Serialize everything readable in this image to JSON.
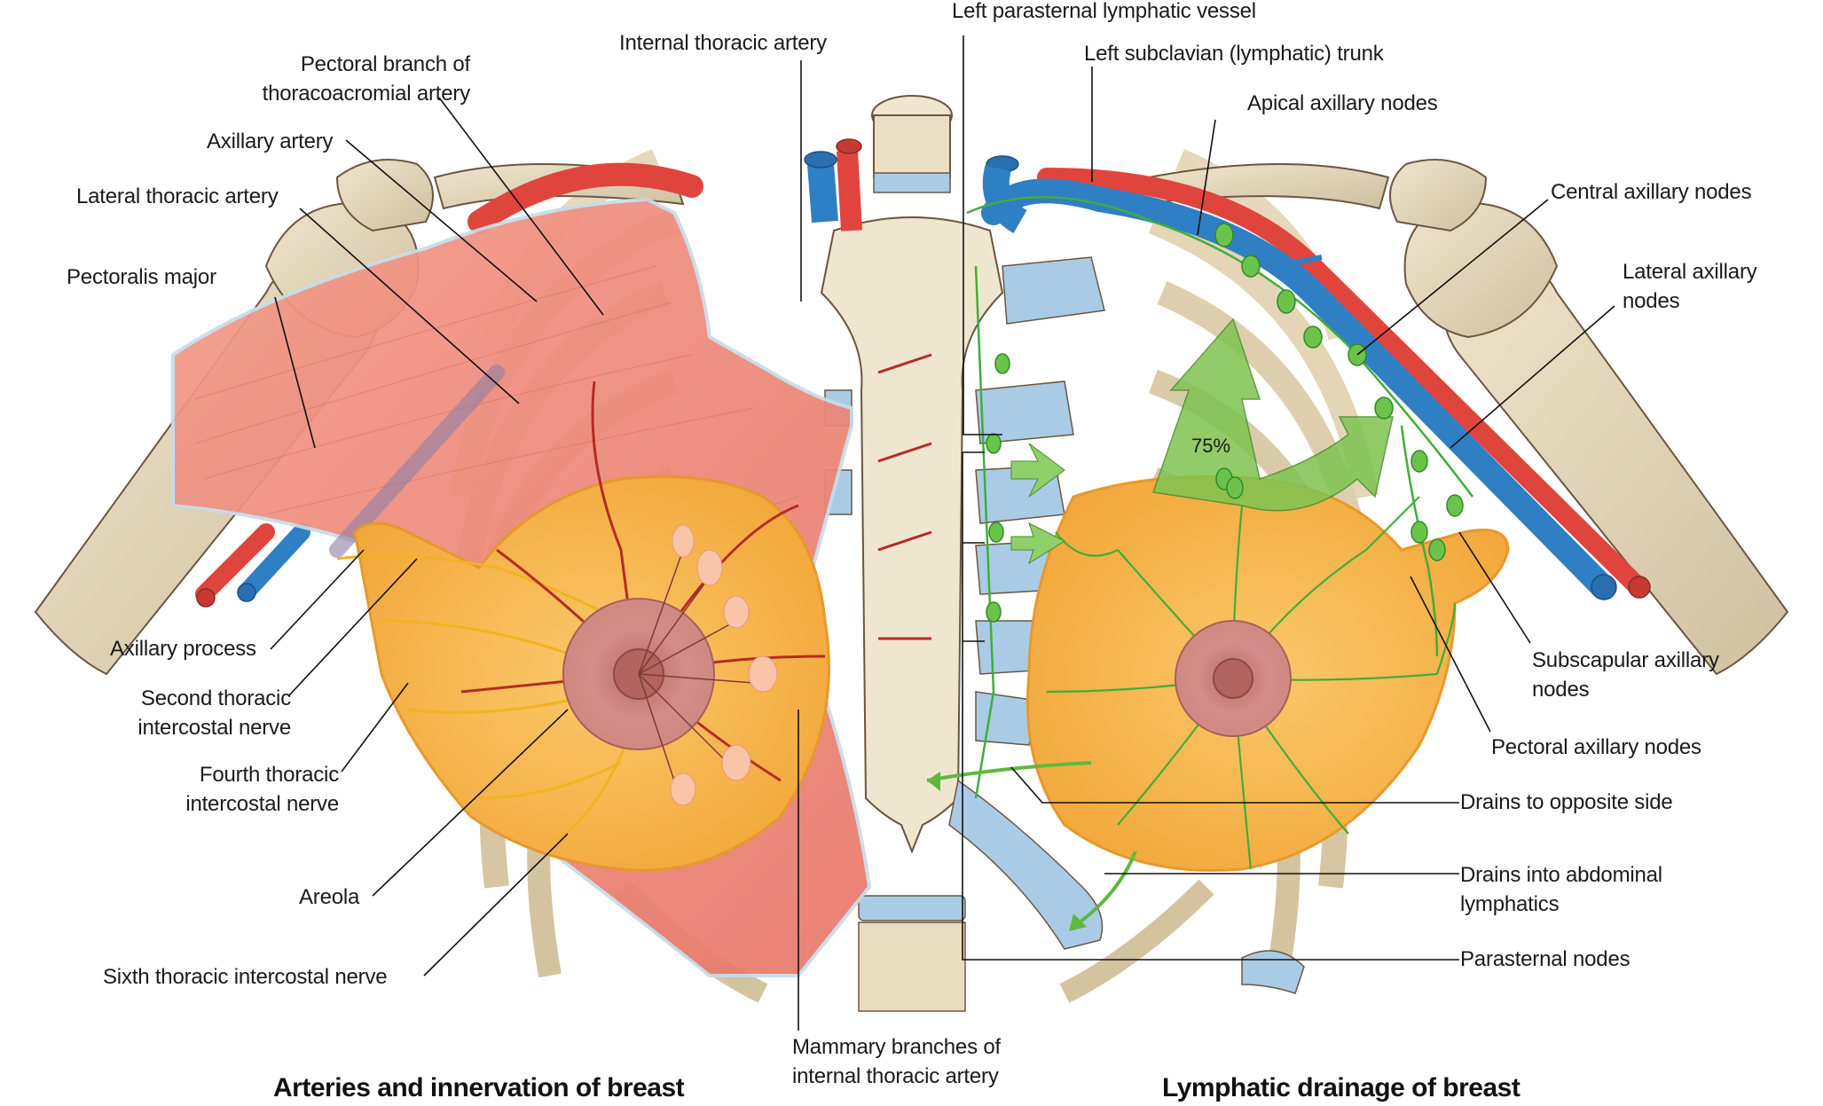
{
  "figure": {
    "left_panel_title": "Arteries and innervation of breast",
    "right_panel_title": "Lymphatic drainage of breast",
    "drainage_percentage": "75%"
  },
  "labels": {
    "internal_thoracic_artery": "Internal thoracic artery",
    "pectoral_branch": [
      "Pectoral branch of",
      "thoracoacromial artery"
    ],
    "axillary_artery": "Axillary artery",
    "lateral_thoracic_artery": "Lateral thoracic artery",
    "pectoralis_major": "Pectoralis major",
    "axillary_process": "Axillary process",
    "second_intercostal_nerve": [
      "Second thoracic",
      "intercostal nerve"
    ],
    "fourth_intercostal_nerve": [
      "Fourth thoracic",
      "intercostal nerve"
    ],
    "areola": "Areola",
    "sixth_intercostal_nerve": "Sixth thoracic intercostal nerve",
    "mammary_branches": [
      "Mammary branches of",
      "internal thoracic artery"
    ],
    "left_parasternal_lymphatic_vessel": "Left parasternal lymphatic vessel",
    "left_subclavian_trunk": "Left subclavian (lymphatic) trunk",
    "apical_axillary_nodes": "Apical axillary nodes",
    "central_axillary_nodes": "Central axillary nodes",
    "lateral_axillary_nodes": [
      "Lateral axillary",
      "nodes"
    ],
    "subscapular_axillary_nodes": [
      "Subscapular axillary",
      "nodes"
    ],
    "pectoral_axillary_nodes": "Pectoral axillary nodes",
    "drains_opposite_side": "Drains to opposite side",
    "drains_abdominal": [
      "Drains into abdominal",
      "lymphatics"
    ],
    "parasternal_nodes": "Parasternal nodes"
  },
  "colors": {
    "bone": "#e8dcc0",
    "bone_outline": "#6b5640",
    "muscle": "#f08f7f",
    "breast_tissue": "#f7b54a",
    "artery": "#e0453d",
    "vein": "#2f7fc4",
    "lymph": "#3fae3a",
    "cartilage": "#a9cbe6",
    "areola": "#c97a78"
  }
}
